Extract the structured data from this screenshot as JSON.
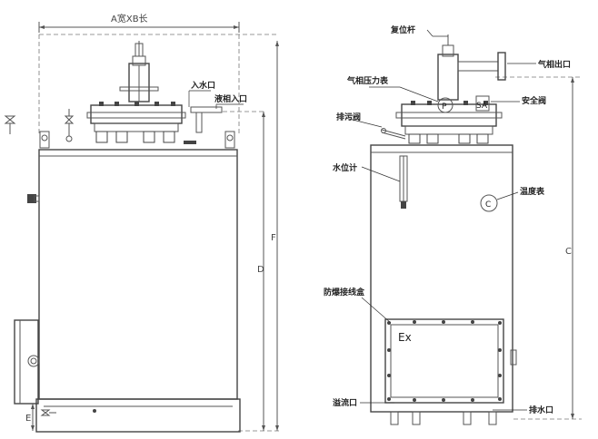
{
  "left_view": {
    "width_length_label": "A宽XB长",
    "label_inlet": "入水口",
    "label_liquid_inlet": "液相入口",
    "dim_d": "D",
    "dim_e": "E",
    "dim_f": "F"
  },
  "right_view": {
    "label_reset_rod": "复位杆",
    "label_gas_outlet": "气相出口",
    "label_gas_pressure_gauge": "气相压力表",
    "label_safety_valve": "安全阀",
    "label_drain_valve": "排污阀",
    "label_level_gauge": "水位计",
    "label_thermometer": "温度表",
    "label_junction_box": "防爆接线盒",
    "label_overflow": "溢流口",
    "label_drain_outlet": "排水口",
    "dim_c": "C",
    "gauge_p_letter": "P",
    "gauge_c_letter": "C",
    "safety_letters": "SA",
    "ex_mark": "Ex"
  }
}
